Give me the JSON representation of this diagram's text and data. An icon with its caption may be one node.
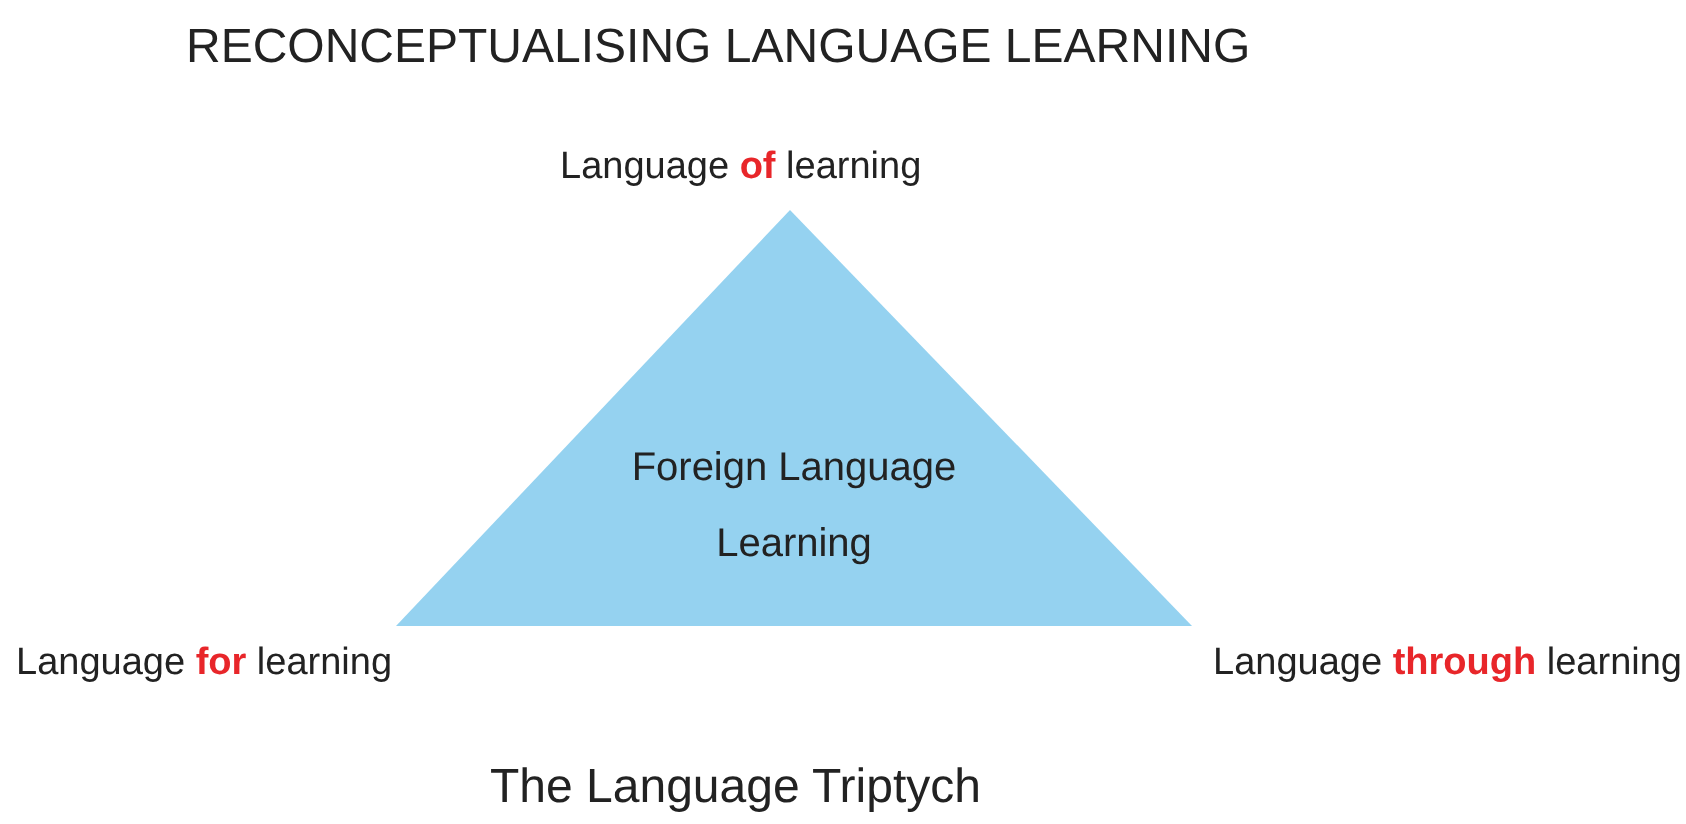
{
  "diagram": {
    "title": "RECONCEPTUALISING LANGUAGE LEARNING",
    "nodes": [
      {
        "text": [
          "Foreign Language Learning"
        ]
      }
    ],
    "labels": [
      "Language **of** learning",
      "Language **for** learning",
      "Language **through** learning"
    ],
    "caption": "The Language Triptych"
  }
}
